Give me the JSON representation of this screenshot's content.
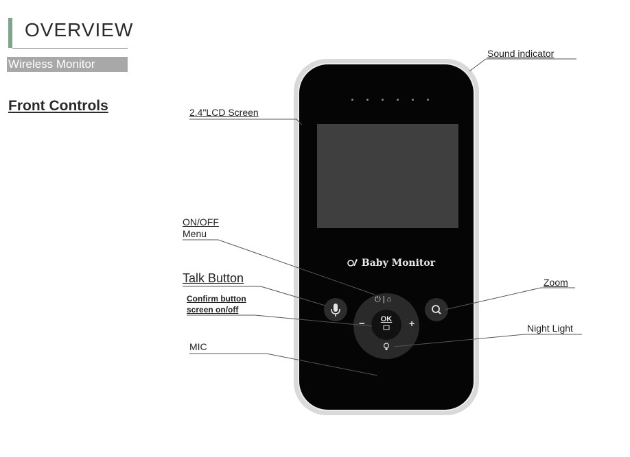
{
  "header": {
    "title": "OVERVIEW",
    "subtitle": "Wireless Monitor"
  },
  "section": {
    "heading": "Front Controls"
  },
  "labels": {
    "sound_indicator": "Sound indicator",
    "lcd_screen": "2.4\"LCD Screen",
    "on_off": "ON/OFF",
    "menu": "Menu",
    "talk": "Talk Button",
    "confirm_line1": "Confirm button",
    "confirm_line2": "screen on/off",
    "mic": "MIC",
    "zoom": "Zoom",
    "night_light": "Night Light"
  },
  "device": {
    "brand": "Baby Monitor",
    "ok_label": "OK",
    "power_menu_glyph": "⏻ | ⌂",
    "minus_glyph": "−",
    "plus_glyph": "+"
  },
  "icons": {
    "talk": "microphone-icon",
    "zoom": "magnifier-icon",
    "night_light": "bulb-icon",
    "brand_logo": "baby-logo-icon"
  },
  "colors": {
    "title_accent": "#7fa58e",
    "subtitle_bg": "#a8a8a8",
    "device_body": "#050505",
    "lcd": "#3f3f3f"
  }
}
